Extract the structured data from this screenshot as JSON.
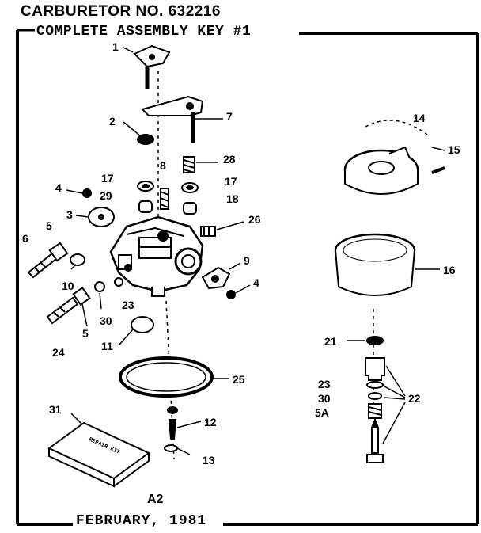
{
  "header": {
    "title": "CARBURETOR NO. 632216",
    "subtitle": "COMPLETE ASSEMBLY KEY #1"
  },
  "footer": {
    "code": "A2",
    "date": "FEBRUARY, 1981"
  },
  "kit": {
    "label": "REPAIR KIT"
  },
  "callouts": [
    {
      "id": "c1",
      "text": "1"
    },
    {
      "id": "c2",
      "text": "2"
    },
    {
      "id": "c7",
      "text": "7"
    },
    {
      "id": "c28",
      "text": "28"
    },
    {
      "id": "c8",
      "text": "8"
    },
    {
      "id": "c17a",
      "text": "17"
    },
    {
      "id": "c17b",
      "text": "17"
    },
    {
      "id": "c18",
      "text": "18"
    },
    {
      "id": "c4a",
      "text": "4"
    },
    {
      "id": "c29",
      "text": "29"
    },
    {
      "id": "c3",
      "text": "3"
    },
    {
      "id": "c26",
      "text": "26"
    },
    {
      "id": "c6",
      "text": "6"
    },
    {
      "id": "c5a",
      "text": "5"
    },
    {
      "id": "c9",
      "text": "9"
    },
    {
      "id": "c4b",
      "text": "4"
    },
    {
      "id": "c10",
      "text": "10"
    },
    {
      "id": "c23a",
      "text": "23"
    },
    {
      "id": "c30a",
      "text": "30"
    },
    {
      "id": "c5b",
      "text": "5"
    },
    {
      "id": "c24",
      "text": "24"
    },
    {
      "id": "c11",
      "text": "11"
    },
    {
      "id": "c25",
      "text": "25"
    },
    {
      "id": "c31",
      "text": "31"
    },
    {
      "id": "c12",
      "text": "12"
    },
    {
      "id": "c13",
      "text": "13"
    },
    {
      "id": "c14",
      "text": "14"
    },
    {
      "id": "c15",
      "text": "15"
    },
    {
      "id": "c16",
      "text": "16"
    },
    {
      "id": "c21",
      "text": "21"
    },
    {
      "id": "c23b",
      "text": "23"
    },
    {
      "id": "c30b",
      "text": "30"
    },
    {
      "id": "c5A",
      "text": "5A"
    },
    {
      "id": "c22",
      "text": "22"
    }
  ]
}
